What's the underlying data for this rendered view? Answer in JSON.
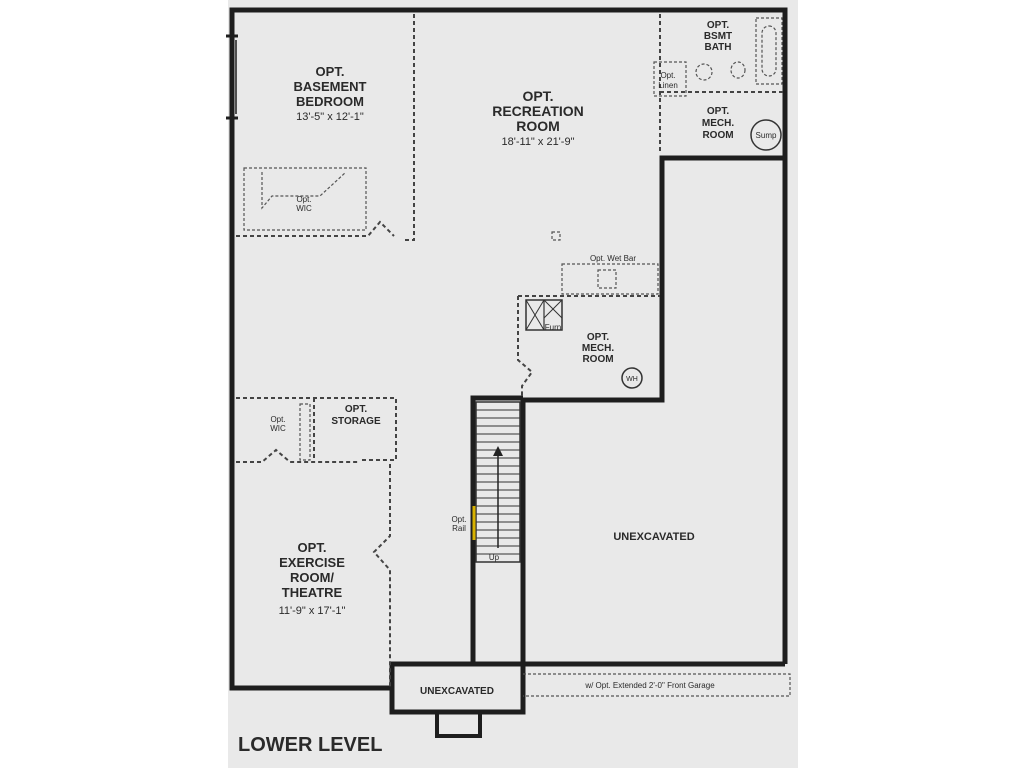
{
  "plan_title": "LOWER LEVEL",
  "rooms": {
    "basement_bedroom": {
      "lines": [
        "OPT.",
        "BASEMENT",
        "BEDROOM"
      ],
      "dims": "13'-5\" x 12'-1\""
    },
    "recreation_room": {
      "lines": [
        "OPT.",
        "RECREATION",
        "ROOM"
      ],
      "dims": "18'-11\" x 21'-9\""
    },
    "bsmt_bath": {
      "lines": [
        "OPT.",
        "BSMT",
        "BATH"
      ]
    },
    "mech_room_top": {
      "lines": [
        "OPT.",
        "MECH.",
        "ROOM"
      ]
    },
    "mech_room_mid": {
      "lines": [
        "OPT.",
        "MECH.",
        "ROOM"
      ]
    },
    "storage": {
      "lines": [
        "OPT.",
        "STORAGE"
      ]
    },
    "exercise_room": {
      "lines": [
        "OPT.",
        "EXERCISE",
        "ROOM/",
        "THEATRE"
      ],
      "dims": "11'-9\" x 17'-1\""
    },
    "unexcavated_main": {
      "label": "UNEXCAVATED"
    },
    "unexcavated_small": {
      "label": "UNEXCAVATED"
    }
  },
  "fixtures": {
    "wic_upper": [
      "Opt.",
      "WIC"
    ],
    "wic_lower": [
      "Opt.",
      "WIC"
    ],
    "linen": [
      "Opt.",
      "Linen"
    ],
    "sump": "Sump",
    "wet_bar": "Opt. Wet Bar",
    "furn": "Furn",
    "wh": "WH",
    "rail": [
      "Opt.",
      "Rail"
    ],
    "up": "Up"
  },
  "garage_note": "w/ Opt. Extended 2'-0\" Front Garage"
}
